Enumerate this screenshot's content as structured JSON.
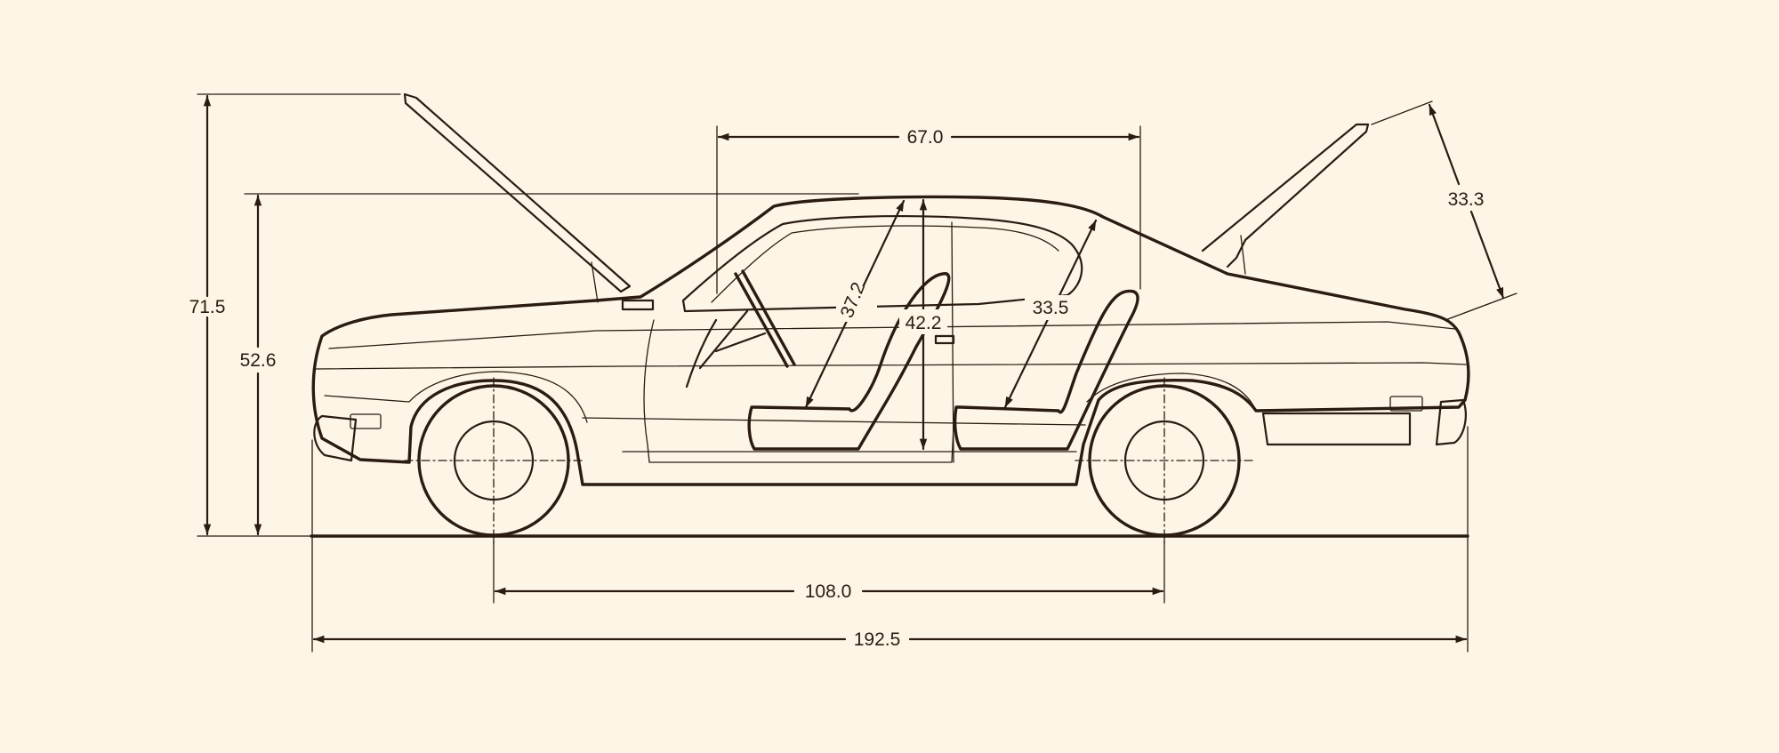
{
  "colors": {
    "background": "#fdf5e6",
    "ink": "#2a1c10"
  },
  "dimensions": {
    "overall_height_hood_open": "71.5",
    "overall_height": "52.6",
    "shoulder_room": "67.0",
    "front_headroom": "37.2",
    "max_interior_height": "42.2",
    "rear_headroom": "33.5",
    "trunk_lid_opening": "33.3",
    "wheelbase": "108.0",
    "overall_length": "192.5"
  }
}
